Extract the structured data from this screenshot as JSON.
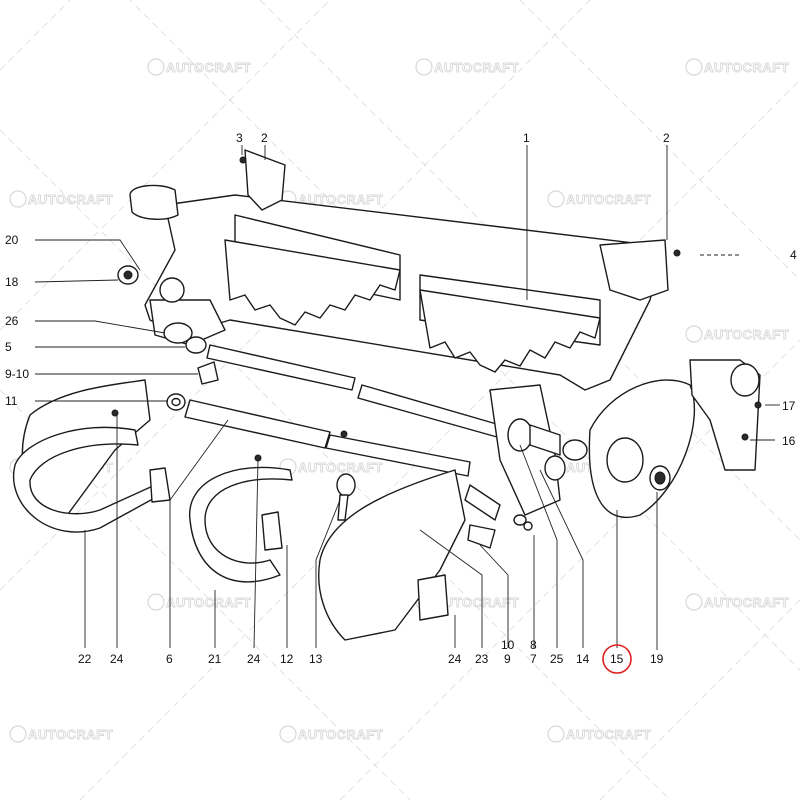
{
  "watermark": {
    "text": "AUTOCRAFT"
  },
  "callouts": [
    {
      "id": "c-3",
      "text": "3"
    },
    {
      "id": "c-2a",
      "text": "2"
    },
    {
      "id": "c-1",
      "text": "1"
    },
    {
      "id": "c-2b",
      "text": "2"
    },
    {
      "id": "c-4",
      "text": "4"
    },
    {
      "id": "c-20",
      "text": "20"
    },
    {
      "id": "c-18",
      "text": "18"
    },
    {
      "id": "c-26",
      "text": "26"
    },
    {
      "id": "c-5",
      "text": "5"
    },
    {
      "id": "c-9-10",
      "text": "9-10"
    },
    {
      "id": "c-11",
      "text": "11"
    },
    {
      "id": "c-17",
      "text": "17"
    },
    {
      "id": "c-16",
      "text": "16"
    },
    {
      "id": "c-22",
      "text": "22"
    },
    {
      "id": "c-24a",
      "text": "24"
    },
    {
      "id": "c-6",
      "text": "6"
    },
    {
      "id": "c-21",
      "text": "21"
    },
    {
      "id": "c-24b",
      "text": "24"
    },
    {
      "id": "c-12",
      "text": "12"
    },
    {
      "id": "c-13",
      "text": "13"
    },
    {
      "id": "c-24c",
      "text": "24"
    },
    {
      "id": "c-23",
      "text": "23"
    },
    {
      "id": "c-10",
      "text": "10"
    },
    {
      "id": "c-9",
      "text": "9"
    },
    {
      "id": "c-8",
      "text": "8"
    },
    {
      "id": "c-7",
      "text": "7"
    },
    {
      "id": "c-25",
      "text": "25"
    },
    {
      "id": "c-14",
      "text": "14"
    },
    {
      "id": "c-15",
      "text": "15"
    },
    {
      "id": "c-19",
      "text": "19"
    }
  ],
  "highlighted_callout": "c-15",
  "highlight_color": "#e02020"
}
